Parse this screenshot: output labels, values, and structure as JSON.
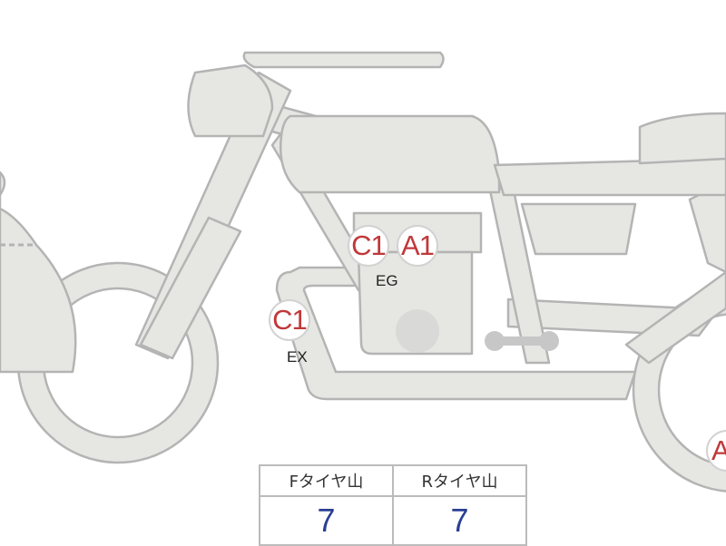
{
  "colors": {
    "body_fill": "#e6e6e3",
    "outline": "#b4b4b4",
    "badge_text": "#c0383a",
    "value_text": "#2a3f93"
  },
  "badges": [
    {
      "code": "C1",
      "part": "EG"
    },
    {
      "code": "A1"
    },
    {
      "code": "C1",
      "part": "EX"
    },
    {
      "code": "A"
    }
  ],
  "tire_table": {
    "headers": [
      "Fタイヤ山",
      "Rタイヤ山"
    ],
    "values": [
      "7",
      "7"
    ]
  }
}
